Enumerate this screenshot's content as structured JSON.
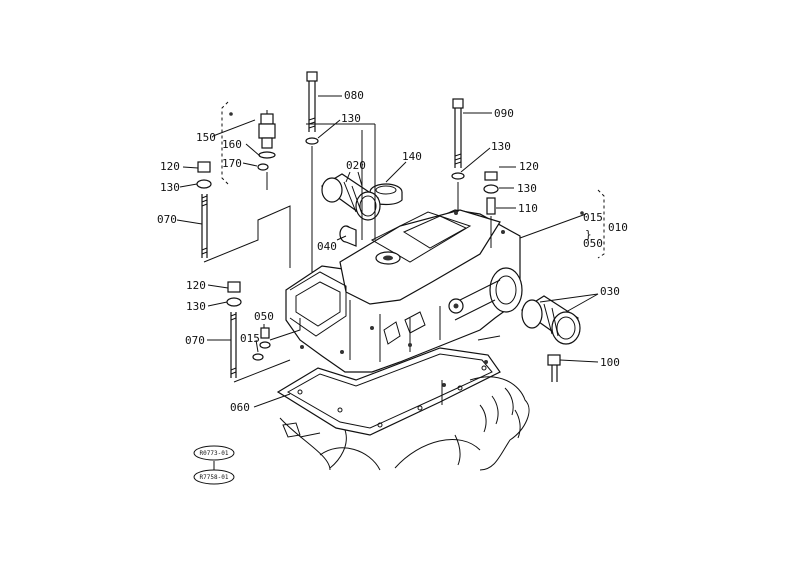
{
  "diagram": {
    "callouts": [
      {
        "id": "c080",
        "text": "080"
      },
      {
        "id": "c090",
        "text": "090"
      },
      {
        "id": "c130a",
        "text": "130"
      },
      {
        "id": "c140",
        "text": "140"
      },
      {
        "id": "c130b",
        "text": "130"
      },
      {
        "id": "c150",
        "text": "150"
      },
      {
        "id": "c160",
        "text": "160"
      },
      {
        "id": "c170",
        "text": "170"
      },
      {
        "id": "c020",
        "text": "020"
      },
      {
        "id": "c120a",
        "text": "120"
      },
      {
        "id": "c130c",
        "text": "130"
      },
      {
        "id": "c120b",
        "text": "120"
      },
      {
        "id": "c130d",
        "text": "130"
      },
      {
        "id": "c110",
        "text": "110"
      },
      {
        "id": "c070a",
        "text": "070"
      },
      {
        "id": "c015a",
        "text": "015"
      },
      {
        "id": "c010",
        "text": "010"
      },
      {
        "id": "c050a",
        "text": "050"
      },
      {
        "id": "c040",
        "text": "040"
      },
      {
        "id": "c120c",
        "text": "120"
      },
      {
        "id": "c030",
        "text": "030"
      },
      {
        "id": "c130e",
        "text": "130"
      },
      {
        "id": "c050b",
        "text": "050"
      },
      {
        "id": "c070b",
        "text": "070"
      },
      {
        "id": "c015b",
        "text": "015"
      },
      {
        "id": "c100",
        "text": "100"
      },
      {
        "id": "c060",
        "text": "060"
      }
    ],
    "reference_codes": [
      "R0773-01",
      "R7758-01"
    ]
  }
}
